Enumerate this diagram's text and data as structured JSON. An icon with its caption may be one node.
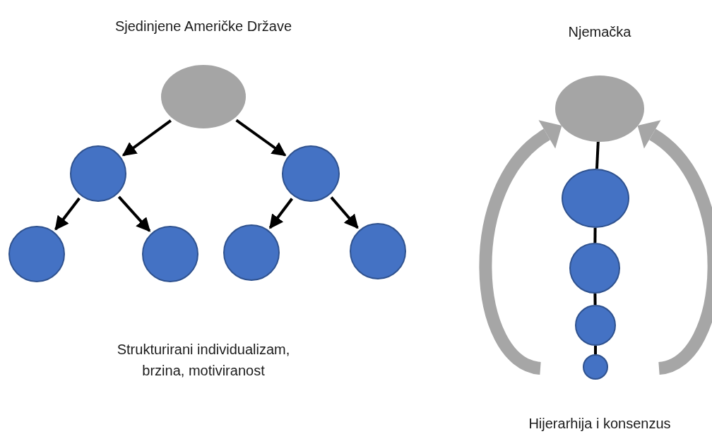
{
  "diagram": {
    "nodes": [
      {
        "text": [],
        "shape": "circle"
      },
      {
        "text": [],
        "shape": "circle"
      },
      {
        "text": [],
        "shape": "circle"
      },
      {
        "text": [],
        "shape": "circle"
      },
      {
        "text": [],
        "shape": "circle"
      },
      {
        "text": [],
        "shape": "circle"
      },
      {
        "text": [],
        "shape": "circle"
      },
      {
        "text": [],
        "shape": "circle"
      },
      {
        "text": [],
        "shape": "circle"
      },
      {
        "text": [],
        "shape": "circle"
      },
      {
        "text": [],
        "shape": "circle"
      },
      {
        "text": [],
        "shape": "circle"
      }
    ],
    "edges": [
      {
        "from": 0,
        "to": 1,
        "arrow": "to"
      },
      {
        "from": 0,
        "to": 2,
        "arrow": "to"
      },
      {
        "from": 1,
        "to": 3,
        "arrow": "to"
      },
      {
        "from": 1,
        "to": 4,
        "arrow": "to"
      },
      {
        "from": 2,
        "to": 5,
        "arrow": "to"
      },
      {
        "from": 2,
        "to": 6,
        "arrow": "to"
      },
      {
        "from": 7,
        "to": 8,
        "arrow": "none"
      },
      {
        "from": 8,
        "to": 9,
        "arrow": "none"
      },
      {
        "from": 9,
        "to": 10,
        "arrow": "none"
      },
      {
        "from": 10,
        "to": 11,
        "arrow": "none"
      },
      {
        "from": null,
        "to": 7,
        "arrow": "to",
        "style": "thick",
        "color": "#a6a6a6"
      },
      {
        "from": null,
        "to": 7,
        "arrow": "to",
        "style": "thick",
        "color": "#a6a6a6"
      }
    ],
    "labels": [
      "Sjedinjene Američke Države",
      "Njemačka",
      "Strukturirani individualizam, brzina, motiviranost",
      "Hijerarhija i konsenzus"
    ]
  }
}
